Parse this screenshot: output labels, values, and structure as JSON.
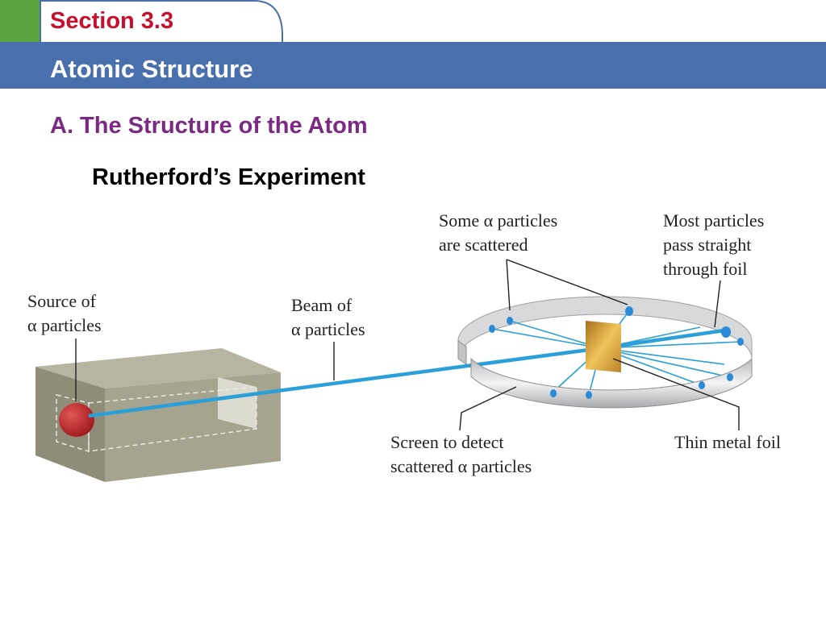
{
  "header": {
    "section": "Section 3.3",
    "title": "Atomic Structure"
  },
  "content": {
    "heading": "A.  The Structure of the Atom",
    "subheading": "Rutherford’s Experiment"
  },
  "diagram": {
    "labels": {
      "source": [
        "Source of",
        "α particles"
      ],
      "beam": [
        "Beam of",
        "α particles"
      ],
      "scattered": [
        "Some α particles",
        "are scattered"
      ],
      "straight": [
        "Most particles",
        "pass straight",
        "through foil"
      ],
      "screen": [
        "Screen to detect",
        "scattered α particles"
      ],
      "foil": [
        "Thin metal foil"
      ]
    },
    "colors": {
      "beam": "#2a9fd8",
      "source": "#c0282a",
      "box": "#8f8d78",
      "foil": "#d6a23a",
      "screen": "#cfd0d2",
      "dots": "#2a8ad6"
    }
  }
}
